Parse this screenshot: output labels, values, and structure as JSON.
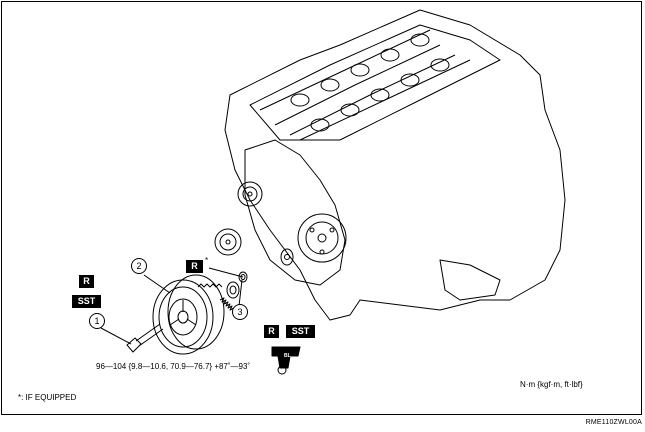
{
  "badges": {
    "r_left": "R",
    "sst_left": "SST",
    "r_center": "R",
    "r_right": "R",
    "sst_right": "SST",
    "bl_tool": "BL"
  },
  "callouts": {
    "one": "1",
    "two": "2",
    "three": "3"
  },
  "torque_spec": "96—104 {9.8—10.6, 70.9—76.7} +87˚—93˚",
  "units": "N·m {kgf·m, ft·lbf}",
  "footnote": "*: IF EQUIPPED",
  "doc_id": "RME110ZWL00A",
  "center_badge_asterisk": "*"
}
